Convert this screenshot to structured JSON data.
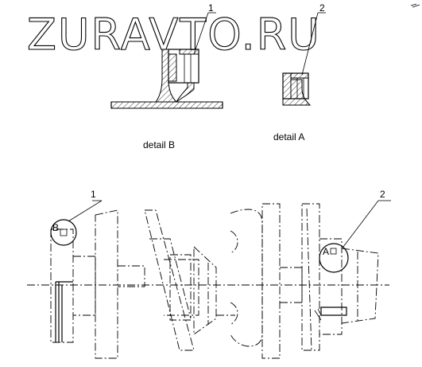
{
  "watermark": "ZURAVTO.RU",
  "labels": {
    "detail_b": "detail   B",
    "detail_a": "detail  A",
    "callout_1": "1",
    "callout_2": "2",
    "callout_1_main": "1",
    "callout_2_main": "2",
    "marker_b": "B",
    "marker_a": "A"
  }
}
